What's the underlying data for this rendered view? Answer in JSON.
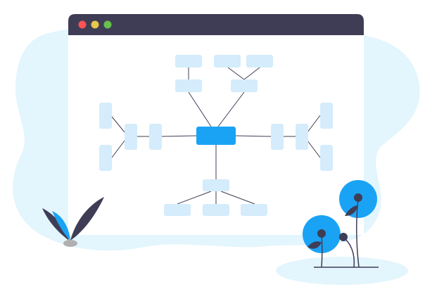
{
  "illustration": {
    "subject": "browser-window-mind-map",
    "colors": {
      "background_blob": "#e3f5fd",
      "window_bar": "#3f3d56",
      "window_body": "#ffffff",
      "dot_close": "#ff5252",
      "dot_minimize": "#e6c84a",
      "dot_maximize": "#66c24a",
      "node_primary": "#1aa3f5",
      "node_secondary": "#d4ecfb",
      "connector": "#3f3d56",
      "flower_blue": "#1aa3f5",
      "flower_dark": "#3f3d56",
      "ground_shadow": "#e3f5fd",
      "leaf_dark": "#3f3d56",
      "leaf_blue": "#1aa3f5",
      "stone": "#b0b0b0"
    },
    "window_controls": [
      "close-dot",
      "minimize-dot",
      "maximize-dot"
    ]
  }
}
